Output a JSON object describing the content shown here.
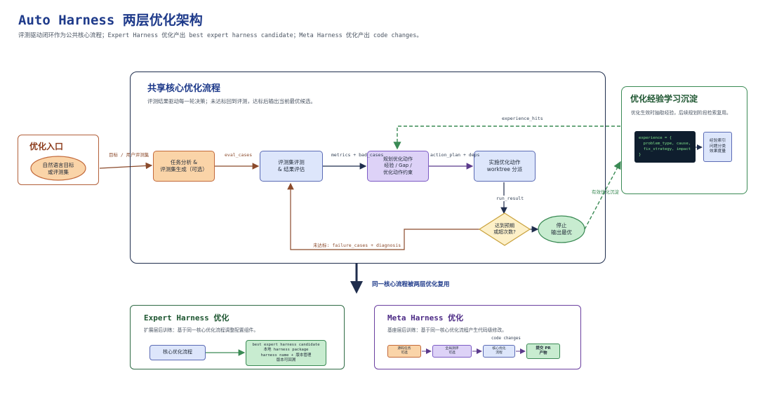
{
  "header": {
    "title": "Auto Harness 两层优化架构",
    "subtitle": "评测驱动闭环作为公共核心流程；Expert Harness 优化产出 best expert harness candidate；Meta Harness 优化产出 code changes。"
  },
  "entry": {
    "title": "优化入口",
    "node": "自然语言目标\n或评测集",
    "edge_label": "目标 / 用户评测集"
  },
  "core": {
    "title": "共享核心优化流程",
    "desc": "评测结果驱动每一轮决策；未达标回到评测，达标后输出当前最优候选。",
    "nodes": {
      "task": "任务分析 &\n评测集生成（可选）",
      "eval": "评测集评测\n& 结果评估",
      "plan": "规划优化动作\n经验 / Gap /\n优化动作约束",
      "exec": "实施优化动作\nworktree 分派",
      "check": "达到预期\n或超次数?",
      "stop": "停止\n输出最优"
    },
    "edges": {
      "eval_cases": "eval_cases",
      "metrics": "metrics + bad_cases",
      "action_plan": "action_plan + deps",
      "run_result": "run_result",
      "fail": "未达标: failure_cases + diagnosis",
      "exp_hits": "experience_hits",
      "exp_deposit": "有效优化沉淀"
    }
  },
  "learning": {
    "title": "优化经验学习沉淀",
    "desc": "优化生效时抽取经验，后续规划阶段检索复用。",
    "code": "experience = {\n  problem_type, cause,\n  fix_strategy, impact\n}",
    "store": "经验索引\n问题分类\n效果度量"
  },
  "reuse_label": "同一核心流程被两层优化复用",
  "expert": {
    "title": "Expert Harness 优化",
    "desc": "扩展层后训练：基于同一核心优化流程调整配置组件。",
    "core_node": "核心优化流程",
    "output": "best expert harness candidate\n本地 harness package\nharness name + 版本管理\n版本可回溯"
  },
  "meta": {
    "title": "Meta Harness 优化",
    "desc": "基座层后训练：基于同一核心优化流程产生代码级修改。",
    "n1": "源码任务\n可选",
    "n2": "全局测评\n可选",
    "n3": "核心优化\n流程",
    "n4": "提交 PR\n产物",
    "edge_label": "code changes"
  },
  "colors": {
    "navy": "#1f2d4d",
    "orange_fill": "#fad4a8",
    "orange_border": "#c2693a",
    "blue_fill": "#dde6fb",
    "blue_border": "#5b6bb5",
    "purple_fill": "#ddd2f7",
    "purple_border": "#7c5bc4",
    "green_fill": "#c8ecd0",
    "green_border": "#3a8a54",
    "diamond_fill": "#fdf0c8",
    "diamond_border": "#c9a13c",
    "loop_arrow": "#8b4a2b"
  }
}
